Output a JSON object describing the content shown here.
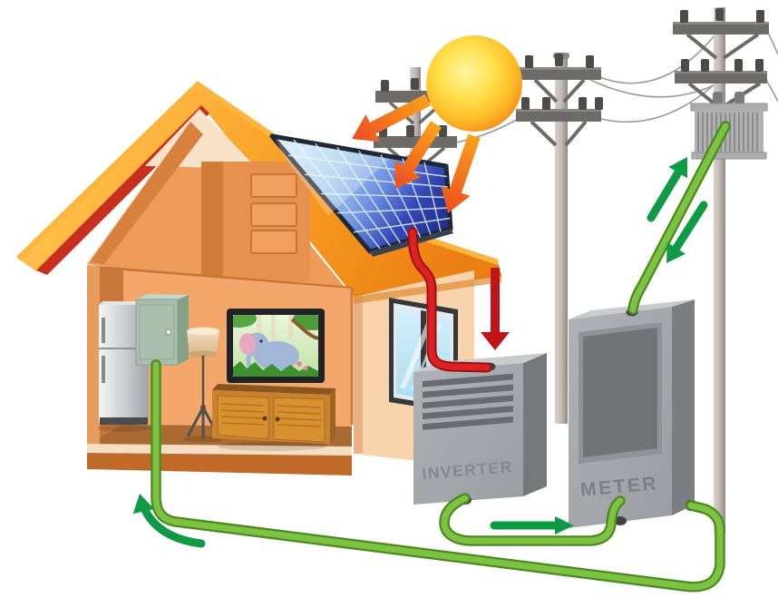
{
  "labels": {
    "inverter": "INVERTER",
    "meter": "METER"
  },
  "components": [
    "sun",
    "sunlight-arrow",
    "solar-panel",
    "house",
    "roof",
    "gable-attic",
    "window",
    "refrigerator",
    "breaker-box",
    "floor-lamp",
    "tv",
    "tv-cabinet",
    "inverter",
    "meter",
    "utility-pole-left",
    "utility-pole-middle",
    "utility-pole-right",
    "transformer",
    "power-lines",
    "dc-cable",
    "ac-cable-house",
    "ac-cable-inverter-meter",
    "grid-cable",
    "flow-arrow-down-red",
    "flow-arrow-up-house",
    "flow-arrow-inverter-to-meter",
    "flow-arrow-to-grid",
    "flow-arrow-from-grid"
  ],
  "colors": {
    "sun_core": "#FFE14E",
    "sun_edge": "#F28A1B",
    "ray_arrow_start": "#F9A11B",
    "ray_arrow_end": "#ED4D22",
    "roof": "#F6921E",
    "roof_trim": "#FCB53E",
    "fascia_red": "#C92F1E",
    "wall_interior": "#F3A76A",
    "wall_exterior": "#F8D3AC",
    "panel_light": "#D9EEFA",
    "panel_dark": "#212E8C",
    "device_gray": "#A7AAAE",
    "device_side_gray": "#7A7D81",
    "label_gray": "#85888C",
    "cable_red": "#DD2121",
    "cable_green": "#7DC243",
    "flow_arrow_green": "#0F9B45",
    "pole_gray": "#C2BBB4"
  }
}
